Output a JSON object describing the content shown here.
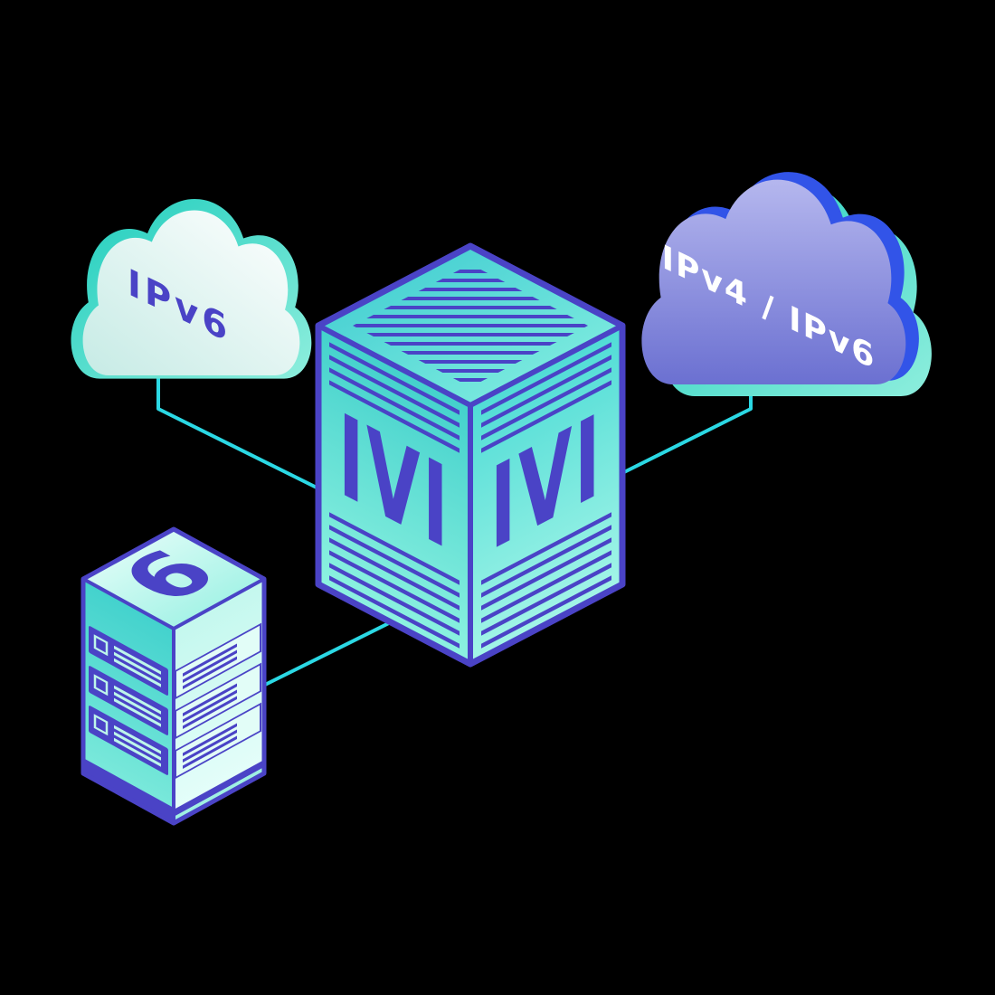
{
  "scene": {
    "left_cloud_label": "IPv6",
    "right_cloud_label": "IPv4 / IPv6",
    "translator_label": "IVI",
    "server_label": "6"
  },
  "colors": {
    "background": "#000000",
    "line": "#2bd8e4",
    "indigo": "#4a43c6",
    "teal_accent": "#25d2c2",
    "blue_accent": "#3254e8",
    "mint": "#bdf6ea",
    "cloud_purple": "#7e82d8",
    "cube_teal": "#4fd9d3",
    "label_light": "#ffffff"
  }
}
